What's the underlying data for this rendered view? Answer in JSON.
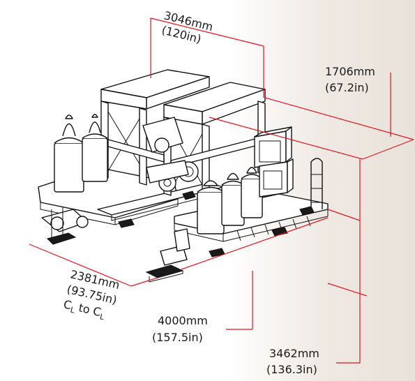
{
  "dimensions": {
    "top_width": {
      "mm": "3046mm",
      "in": "(120in)"
    },
    "height": {
      "mm": "1706mm",
      "in": "(67.2in)"
    },
    "centerline": {
      "mm": "2381mm",
      "in": "(93.75in)",
      "cl_a": "C",
      "cl_a_sub": "L",
      "cl_to": "to",
      "cl_b": "C",
      "cl_b_sub": "L"
    },
    "depth": {
      "mm": "4000mm",
      "in": "(157.5in)"
    },
    "overall": {
      "mm": "3462mm",
      "in": "(136.3in)"
    }
  }
}
